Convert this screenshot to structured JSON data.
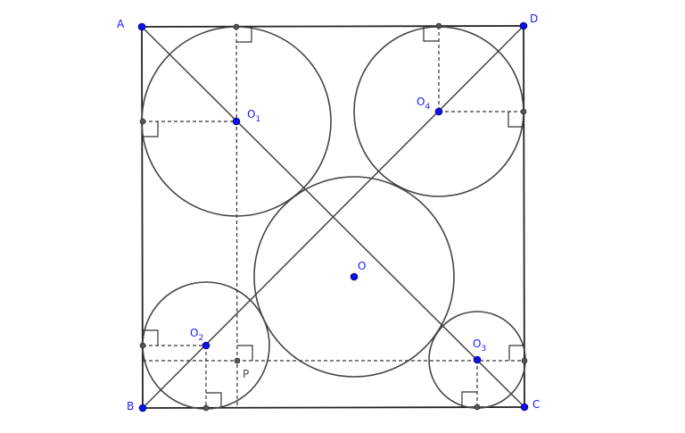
{
  "labels": {
    "A": "A",
    "B": "B",
    "C": "C",
    "D": "D",
    "O": "O",
    "P": "P",
    "O1": {
      "main": "O",
      "sub": "1"
    },
    "O2": {
      "main": "O",
      "sub": "2"
    },
    "O3": {
      "main": "O",
      "sub": "3"
    },
    "O4": {
      "main": "O",
      "sub": "4"
    }
  },
  "colors": {
    "point": "#1010e0",
    "line": "#444444"
  }
}
